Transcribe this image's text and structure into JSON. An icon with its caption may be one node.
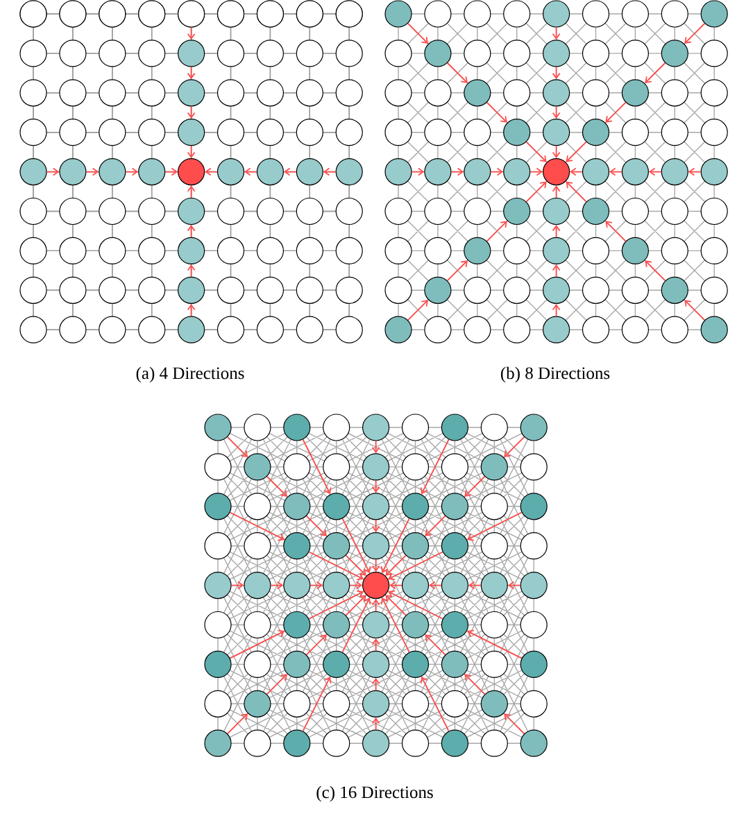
{
  "diagram": {
    "nodes": [
      {
        "text": [],
        "shape": "circle"
      },
      {
        "text": [],
        "shape": "circle"
      },
      {
        "text": [],
        "shape": "circle"
      },
      {
        "text": [],
        "shape": "circle"
      },
      {
        "text": [],
        "shape": "circle"
      },
      {
        "text": [],
        "shape": "circle"
      },
      {
        "text": [],
        "shape": "circle"
      },
      {
        "text": [],
        "shape": "circle"
      },
      {
        "text": [],
        "shape": "circle"
      },
      {
        "text": [],
        "shape": "circle"
      },
      {
        "text": [],
        "shape": "circle"
      },
      {
        "text": [],
        "shape": "circle"
      },
      {
        "text": [],
        "shape": "circle"
      },
      {
        "text": [],
        "shape": "circle"
      },
      {
        "text": [],
        "shape": "circle"
      },
      {
        "text": [],
        "shape": "circle"
      },
      {
        "text": [],
        "shape": "circle"
      },
      {
        "text": [],
        "shape": "circle"
      },
      {
        "text": [],
        "shape": "circle"
      },
      {
        "text": [],
        "shape": "circle"
      },
      {
        "text": [],
        "shape": "circle"
      },
      {
        "text": [],
        "shape": "circle"
      },
      {
        "text": [],
        "shape": "circle"
      },
      {
        "text": [],
        "shape": "circle"
      },
      {
        "text": [],
        "shape": "circle"
      },
      {
        "text": [],
        "shape": "circle"
      },
      {
        "text": [],
        "shape": "circle"
      },
      {
        "text": [],
        "shape": "circle"
      },
      {
        "text": [],
        "shape": "circle"
      },
      {
        "text": [],
        "shape": "circle"
      },
      {
        "text": [],
        "shape": "circle"
      },
      {
        "text": [],
        "shape": "circle"
      },
      {
        "text": [],
        "shape": "circle"
      },
      {
        "text": [],
        "shape": "circle"
      },
      {
        "text": [],
        "shape": "circle"
      },
      {
        "text": [],
        "shape": "circle"
      },
      {
        "text": [],
        "shape": "circle"
      },
      {
        "text": [],
        "shape": "circle"
      },
      {
        "text": [],
        "shape": "circle"
      },
      {
        "text": [],
        "shape": "circle"
      },
      {
        "text": [],
        "shape": "circle"
      },
      {
        "text": [],
        "shape": "circle"
      },
      {
        "text": [],
        "shape": "circle"
      },
      {
        "text": [],
        "shape": "circle"
      },
      {
        "text": [],
        "shape": "circle"
      },
      {
        "text": [],
        "shape": "circle"
      },
      {
        "text": [],
        "shape": "circle"
      },
      {
        "text": [],
        "shape": "circle"
      },
      {
        "text": [],
        "shape": "circle"
      },
      {
        "text": [],
        "shape": "circle"
      },
      {
        "text": [],
        "shape": "circle"
      },
      {
        "text": [],
        "shape": "circle"
      },
      {
        "text": [],
        "shape": "circle"
      },
      {
        "text": [],
        "shape": "circle"
      },
      {
        "text": [],
        "shape": "circle"
      },
      {
        "text": [],
        "shape": "circle"
      },
      {
        "text": [],
        "shape": "circle"
      },
      {
        "text": [],
        "shape": "circle"
      },
      {
        "text": [],
        "shape": "circle"
      },
      {
        "text": [],
        "shape": "circle"
      },
      {
        "text": [],
        "shape": "circle"
      },
      {
        "text": [],
        "shape": "circle"
      },
      {
        "text": [],
        "shape": "circle"
      },
      {
        "text": [],
        "shape": "circle"
      },
      {
        "text": [],
        "shape": "circle"
      },
      {
        "text": [],
        "shape": "circle"
      },
      {
        "text": [],
        "shape": "circle"
      },
      {
        "text": [],
        "shape": "circle"
      },
      {
        "text": [],
        "shape": "circle"
      },
      {
        "text": [],
        "shape": "circle"
      },
      {
        "text": [],
        "shape": "circle"
      },
      {
        "text": [],
        "shape": "circle"
      },
      {
        "text": [],
        "shape": "circle"
      },
      {
        "text": [],
        "shape": "circle"
      },
      {
        "text": [],
        "shape": "circle"
      },
      {
        "text": [],
        "shape": "circle"
      },
      {
        "text": [],
        "shape": "circle"
      },
      {
        "text": [],
        "shape": "circle"
      },
      {
        "text": [],
        "shape": "circle"
      },
      {
        "text": [],
        "shape": "circle"
      },
      {
        "text": [],
        "shape": "circle"
      },
      {
        "text": [],
        "shape": "circle"
      },
      {
        "text": [],
        "shape": "circle"
      },
      {
        "text": [],
        "shape": "circle"
      },
      {
        "text": [],
        "shape": "circle"
      },
      {
        "text": [],
        "shape": "circle"
      },
      {
        "text": [],
        "shape": "circle"
      },
      {
        "text": [],
        "shape": "circle"
      },
      {
        "text": [],
        "shape": "circle"
      },
      {
        "text": [],
        "shape": "circle"
      },
      {
        "text": [],
        "shape": "circle"
      },
      {
        "text": [],
        "shape": "circle"
      },
      {
        "text": [],
        "shape": "circle"
      },
      {
        "text": [],
        "shape": "circle"
      },
      {
        "text": [],
        "shape": "circle"
      },
      {
        "text": [],
        "shape": "circle"
      },
      {
        "text": [],
        "shape": "circle"
      },
      {
        "text": [],
        "shape": "circle"
      },
      {
        "text": [],
        "shape": "circle"
      },
      {
        "text": [],
        "shape": "circle"
      },
      {
        "text": [],
        "shape": "circle"
      },
      {
        "text": [],
        "shape": "circle"
      },
      {
        "text": [],
        "shape": "circle"
      },
      {
        "text": [],
        "shape": "circle"
      },
      {
        "text": [],
        "shape": "circle"
      },
      {
        "text": [],
        "shape": "circle"
      },
      {
        "text": [],
        "shape": "circle"
      },
      {
        "text": [],
        "shape": "circle"
      },
      {
        "text": [],
        "shape": "circle"
      },
      {
        "text": [],
        "shape": "circle"
      },
      {
        "text": [],
        "shape": "circle"
      },
      {
        "text": [],
        "shape": "circle"
      },
      {
        "text": [],
        "shape": "circle"
      },
      {
        "text": [],
        "shape": "circle"
      },
      {
        "text": [],
        "shape": "circle"
      },
      {
        "text": [],
        "shape": "circle"
      },
      {
        "text": [],
        "shape": "circle"
      },
      {
        "text": [],
        "shape": "circle"
      },
      {
        "text": [],
        "shape": "circle"
      },
      {
        "text": [],
        "shape": "circle"
      },
      {
        "text": [],
        "shape": "circle"
      },
      {
        "text": [],
        "shape": "circle"
      },
      {
        "text": [],
        "shape": "circle"
      },
      {
        "text": [],
        "shape": "circle"
      },
      {
        "text": [],
        "shape": "circle"
      },
      {
        "text": [],
        "shape": "circle"
      },
      {
        "text": [],
        "shape": "circle"
      },
      {
        "text": [],
        "shape": "circle"
      },
      {
        "text": [],
        "shape": "circle"
      },
      {
        "text": [],
        "shape": "circle"
      },
      {
        "text": [],
        "shape": "circle"
      },
      {
        "text": [],
        "shape": "circle"
      },
      {
        "text": [],
        "shape": "circle"
      },
      {
        "text": [],
        "shape": "circle"
      },
      {
        "text": [],
        "shape": "circle"
      },
      {
        "text": [],
        "shape": "circle"
      },
      {
        "text": [],
        "shape": "circle"
      },
      {
        "text": [],
        "shape": "circle"
      },
      {
        "text": [],
        "shape": "circle"
      },
      {
        "text": [],
        "shape": "circle"
      },
      {
        "text": [],
        "shape": "circle"
      },
      {
        "text": [],
        "shape": "circle"
      },
      {
        "text": [],
        "shape": "circle"
      },
      {
        "text": [],
        "shape": "circle"
      },
      {
        "text": [],
        "shape": "circle"
      },
      {
        "text": [],
        "shape": "circle"
      },
      {
        "text": [],
        "shape": "circle"
      },
      {
        "text": [],
        "shape": "circle"
      },
      {
        "text": [],
        "shape": "circle"
      },
      {
        "text": [],
        "shape": "circle"
      },
      {
        "text": [],
        "shape": "circle"
      },
      {
        "text": [],
        "shape": "circle"
      },
      {
        "text": [],
        "shape": "circle"
      },
      {
        "text": [],
        "shape": "circle"
      },
      {
        "text": [],
        "shape": "circle"
      },
      {
        "text": [],
        "shape": "circle"
      },
      {
        "text": [],
        "shape": "circle"
      },
      {
        "text": [],
        "shape": "circle"
      },
      {
        "text": [],
        "shape": "circle"
      },
      {
        "text": [],
        "shape": "circle"
      },
      {
        "text": [],
        "shape": "circle"
      },
      {
        "text": [],
        "shape": "circle"
      },
      {
        "text": [],
        "shape": "circle"
      },
      {
        "text": [],
        "shape": "circle"
      },
      {
        "text": [],
        "shape": "circle"
      },
      {
        "text": [],
        "shape": "circle"
      },
      {
        "text": [],
        "shape": "circle"
      },
      {
        "text": [],
        "shape": "circle"
      },
      {
        "text": [],
        "shape": "circle"
      },
      {
        "text": [],
        "shape": "circle"
      },
      {
        "text": [],
        "shape": "circle"
      },
      {
        "text": [],
        "shape": "circle"
      },
      {
        "text": [],
        "shape": "circle"
      },
      {
        "text": [],
        "shape": "circle"
      },
      {
        "text": [],
        "shape": "circle"
      },
      {
        "text": [],
        "shape": "circle"
      },
      {
        "text": [],
        "shape": "circle"
      },
      {
        "text": [],
        "shape": "circle"
      },
      {
        "text": [],
        "shape": "circle"
      },
      {
        "text": [],
        "shape": "circle"
      },
      {
        "text": [],
        "shape": "circle"
      },
      {
        "text": [],
        "shape": "circle"
      },
      {
        "text": [],
        "shape": "circle"
      },
      {
        "text": [],
        "shape": "circle"
      },
      {
        "text": [],
        "shape": "circle"
      },
      {
        "text": [],
        "shape": "circle"
      },
      {
        "text": [],
        "shape": "circle"
      },
      {
        "text": [],
        "shape": "circle"
      },
      {
        "text": [],
        "shape": "circle"
      },
      {
        "text": [],
        "shape": "circle"
      },
      {
        "text": [],
        "shape": "circle"
      },
      {
        "text": [],
        "shape": "circle"
      },
      {
        "text": [],
        "shape": "circle"
      },
      {
        "text": [],
        "shape": "circle"
      },
      {
        "text": [],
        "shape": "circle"
      },
      {
        "text": [],
        "shape": "circle"
      },
      {
        "text": [],
        "shape": "circle"
      },
      {
        "text": [],
        "shape": "circle"
      },
      {
        "text": [],
        "shape": "circle"
      },
      {
        "text": [],
        "shape": "circle"
      },
      {
        "text": [],
        "shape": "circle"
      },
      {
        "text": [],
        "shape": "circle"
      },
      {
        "text": [],
        "shape": "circle"
      },
      {
        "text": [],
        "shape": "circle"
      },
      {
        "text": [],
        "shape": "circle"
      },
      {
        "text": [],
        "shape": "circle"
      },
      {
        "text": [],
        "shape": "circle"
      },
      {
        "text": [],
        "shape": "circle"
      },
      {
        "text": [],
        "shape": "circle"
      },
      {
        "text": [],
        "shape": "circle"
      },
      {
        "text": [],
        "shape": "circle"
      },
      {
        "text": [],
        "shape": "circle"
      },
      {
        "text": [],
        "shape": "circle"
      },
      {
        "text": [],
        "shape": "circle"
      },
      {
        "text": [],
        "shape": "circle"
      },
      {
        "text": [],
        "shape": "circle"
      },
      {
        "text": [],
        "shape": "circle"
      },
      {
        "text": [],
        "shape": "circle"
      },
      {
        "text": [],
        "shape": "circle"
      },
      {
        "text": [],
        "shape": "circle"
      },
      {
        "text": [],
        "shape": "circle"
      },
      {
        "text": [],
        "shape": "circle"
      },
      {
        "text": [],
        "shape": "circle"
      },
      {
        "text": [],
        "shape": "circle"
      },
      {
        "text": [],
        "shape": "circle"
      },
      {
        "text": [],
        "shape": "circle"
      },
      {
        "text": [],
        "shape": "circle"
      },
      {
        "text": [],
        "shape": "circle"
      },
      {
        "text": [],
        "shape": "circle"
      },
      {
        "text": [],
        "shape": "circle"
      },
      {
        "text": [],
        "shape": "circle"
      },
      {
        "text": [],
        "shape": "circle"
      },
      {
        "text": [],
        "shape": "circle"
      },
      {
        "text": [],
        "shape": "circle"
      },
      {
        "text": [],
        "shape": "circle"
      },
      {
        "text": [],
        "shape": "circle"
      },
      {
        "text": [],
        "shape": "circle"
      },
      {
        "text": [],
        "shape": "circle"
      },
      {
        "text": [],
        "shape": "circle"
      },
      {
        "text": [],
        "shape": "circle"
      },
      {
        "text": [],
        "shape": "circle"
      },
      {
        "text": [],
        "shape": "circle"
      },
      {
        "text": [],
        "shape": "circle"
      },
      {
        "text": [],
        "shape": "circle"
      },
      {
        "text": [],
        "shape": "circle"
      },
      {
        "text": [],
        "shape": "circle"
      },
      {
        "text": [],
        "shape": "circle"
      },
      {
        "text": [],
        "shape": "circle"
      },
      {
        "text": [],
        "shape": "circle"
      },
      {
        "text": [],
        "shape": "circle"
      },
      {
        "text": [],
        "shape": "circle"
      },
      {
        "text": [],
        "shape": "circle"
      }
    ],
    "edges": [
      {
        "from": 4,
        "to": 13,
        "arrow": "to"
      },
      {
        "from": 13,
        "to": 22,
        "arrow": "to"
      },
      {
        "from": 22,
        "to": 31,
        "arrow": "to"
      },
      {
        "from": 31,
        "to": 40,
        "arrow": "to"
      },
      {
        "from": 76,
        "to": 67,
        "arrow": "to"
      },
      {
        "from": 67,
        "to": 58,
        "arrow": "to"
      },
      {
        "from": 58,
        "to": 49,
        "arrow": "to"
      },
      {
        "from": 49,
        "to": 40,
        "arrow": "to"
      },
      {
        "from": 36,
        "to": 37,
        "arrow": "to"
      },
      {
        "from": 37,
        "to": 38,
        "arrow": "to"
      },
      {
        "from": 38,
        "to": 39,
        "arrow": "to"
      },
      {
        "from": 39,
        "to": 40,
        "arrow": "to"
      },
      {
        "from": 44,
        "to": 43,
        "arrow": "to"
      },
      {
        "from": 43,
        "to": 42,
        "arrow": "to"
      },
      {
        "from": 42,
        "to": 41,
        "arrow": "to"
      },
      {
        "from": 41,
        "to": 40,
        "arrow": "to"
      },
      {
        "from": 85,
        "to": 94,
        "arrow": "to"
      },
      {
        "from": 94,
        "to": 103,
        "arrow": "to"
      },
      {
        "from": 103,
        "to": 112,
        "arrow": "to"
      },
      {
        "from": 112,
        "to": 121,
        "arrow": "to"
      },
      {
        "from": 157,
        "to": 148,
        "arrow": "to"
      },
      {
        "from": 148,
        "to": 139,
        "arrow": "to"
      },
      {
        "from": 139,
        "to": 130,
        "arrow": "to"
      },
      {
        "from": 130,
        "to": 121,
        "arrow": "to"
      },
      {
        "from": 117,
        "to": 118,
        "arrow": "to"
      },
      {
        "from": 118,
        "to": 119,
        "arrow": "to"
      },
      {
        "from": 119,
        "to": 120,
        "arrow": "to"
      },
      {
        "from": 120,
        "to": 121,
        "arrow": "to"
      },
      {
        "from": 125,
        "to": 124,
        "arrow": "to"
      },
      {
        "from": 124,
        "to": 123,
        "arrow": "to"
      },
      {
        "from": 123,
        "to": 122,
        "arrow": "to"
      },
      {
        "from": 122,
        "to": 121,
        "arrow": "to"
      },
      {
        "from": 81,
        "to": 91,
        "arrow": "to"
      },
      {
        "from": 91,
        "to": 101,
        "arrow": "to"
      },
      {
        "from": 101,
        "to": 111,
        "arrow": "to"
      },
      {
        "from": 111,
        "to": 121,
        "arrow": "to"
      },
      {
        "from": 89,
        "to": 97,
        "arrow": "to"
      },
      {
        "from": 97,
        "to": 105,
        "arrow": "to"
      },
      {
        "from": 105,
        "to": 113,
        "arrow": "to"
      },
      {
        "from": 113,
        "to": 121,
        "arrow": "to"
      },
      {
        "from": 153,
        "to": 145,
        "arrow": "to"
      },
      {
        "from": 145,
        "to": 137,
        "arrow": "to"
      },
      {
        "from": 137,
        "to": 129,
        "arrow": "to"
      },
      {
        "from": 129,
        "to": 121,
        "arrow": "to"
      },
      {
        "from": 161,
        "to": 151,
        "arrow": "to"
      },
      {
        "from": 151,
        "to": 141,
        "arrow": "to"
      },
      {
        "from": 141,
        "to": 131,
        "arrow": "to"
      },
      {
        "from": 131,
        "to": 121,
        "arrow": "to"
      },
      {
        "from": 166,
        "to": 175,
        "arrow": "to"
      },
      {
        "from": 175,
        "to": 184,
        "arrow": "to"
      },
      {
        "from": 184,
        "to": 193,
        "arrow": "to"
      },
      {
        "from": 193,
        "to": 202,
        "arrow": "to"
      },
      {
        "from": 238,
        "to": 229,
        "arrow": "to"
      },
      {
        "from": 229,
        "to": 220,
        "arrow": "to"
      },
      {
        "from": 220,
        "to": 211,
        "arrow": "to"
      },
      {
        "from": 211,
        "to": 202,
        "arrow": "to"
      },
      {
        "from": 198,
        "to": 199,
        "arrow": "to"
      },
      {
        "from": 199,
        "to": 200,
        "arrow": "to"
      },
      {
        "from": 200,
        "to": 201,
        "arrow": "to"
      },
      {
        "from": 201,
        "to": 202,
        "arrow": "to"
      },
      {
        "from": 206,
        "to": 205,
        "arrow": "to"
      },
      {
        "from": 205,
        "to": 204,
        "arrow": "to"
      },
      {
        "from": 204,
        "to": 203,
        "arrow": "to"
      },
      {
        "from": 203,
        "to": 202,
        "arrow": "to"
      },
      {
        "from": 162,
        "to": 172,
        "arrow": "to"
      },
      {
        "from": 172,
        "to": 182,
        "arrow": "to"
      },
      {
        "from": 182,
        "to": 192,
        "arrow": "to"
      },
      {
        "from": 192,
        "to": 202,
        "arrow": "to"
      },
      {
        "from": 170,
        "to": 178,
        "arrow": "to"
      },
      {
        "from": 178,
        "to": 186,
        "arrow": "to"
      },
      {
        "from": 186,
        "to": 194,
        "arrow": "to"
      },
      {
        "from": 194,
        "to": 202,
        "arrow": "to"
      },
      {
        "from": 234,
        "to": 226,
        "arrow": "to"
      },
      {
        "from": 226,
        "to": 218,
        "arrow": "to"
      },
      {
        "from": 218,
        "to": 210,
        "arrow": "to"
      },
      {
        "from": 210,
        "to": 202,
        "arrow": "to"
      },
      {
        "from": 242,
        "to": 232,
        "arrow": "to"
      },
      {
        "from": 232,
        "to": 222,
        "arrow": "to"
      },
      {
        "from": 222,
        "to": 212,
        "arrow": "to"
      },
      {
        "from": 212,
        "to": 202,
        "arrow": "to"
      },
      {
        "from": 164,
        "to": 183,
        "arrow": "to"
      },
      {
        "from": 183,
        "to": 202,
        "arrow": "to"
      },
      {
        "from": 168,
        "to": 185,
        "arrow": "to"
      },
      {
        "from": 185,
        "to": 202,
        "arrow": "to"
      },
      {
        "from": 236,
        "to": 219,
        "arrow": "to"
      },
      {
        "from": 219,
        "to": 202,
        "arrow": "to"
      },
      {
        "from": 240,
        "to": 221,
        "arrow": "to"
      },
      {
        "from": 221,
        "to": 202,
        "arrow": "to"
      },
      {
        "from": 180,
        "to": 191,
        "arrow": "to"
      },
      {
        "from": 191,
        "to": 202,
        "arrow": "to"
      },
      {
        "from": 188,
        "to": 195,
        "arrow": "to"
      },
      {
        "from": 195,
        "to": 202,
        "arrow": "to"
      },
      {
        "from": 216,
        "to": 209,
        "arrow": "to"
      },
      {
        "from": 209,
        "to": 202,
        "arrow": "to"
      },
      {
        "from": 224,
        "to": 213,
        "arrow": "to"
      },
      {
        "from": 213,
        "to": 202,
        "arrow": "to"
      }
    ],
    "labels": [
      "(a)  4 Directions",
      "(b)  8 Directions",
      "(c)  16 Directions"
    ]
  }
}
